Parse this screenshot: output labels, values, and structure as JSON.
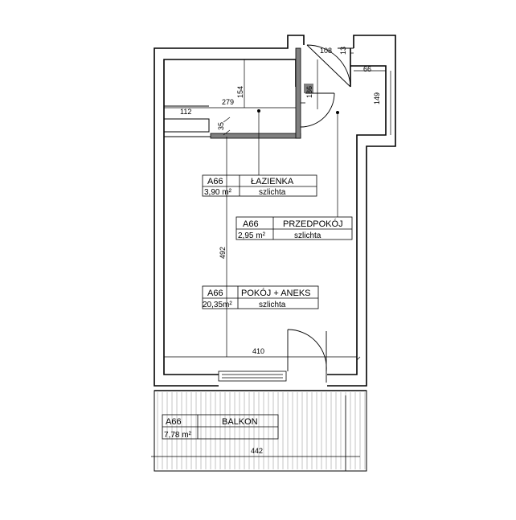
{
  "rooms": [
    {
      "code": "A66",
      "name": "ŁAZIENKA",
      "area": "3,90 m²",
      "finish": "szlichta"
    },
    {
      "code": "A66",
      "name": "PRZEDPOKÓJ",
      "area": "2,95 m²",
      "finish": "szlichta"
    },
    {
      "code": "A66",
      "name": "POKÓJ + ANEKS",
      "area": "20,35m²",
      "finish": "szlichta"
    },
    {
      "code": "A66",
      "name": "BALKON",
      "area": "7,78 m²",
      "finish": ""
    }
  ],
  "dimensions": {
    "d108": "108",
    "d13": "13",
    "d66": "66",
    "d149": "149",
    "d186": "186",
    "d154": "154",
    "d279": "279",
    "d112": "112",
    "d35": "35",
    "d492": "492",
    "d410": "410",
    "d442": "442"
  },
  "colors": {
    "line": "#000000",
    "wall_fill": "#ffffff",
    "bathroom_wall": "#808080"
  }
}
